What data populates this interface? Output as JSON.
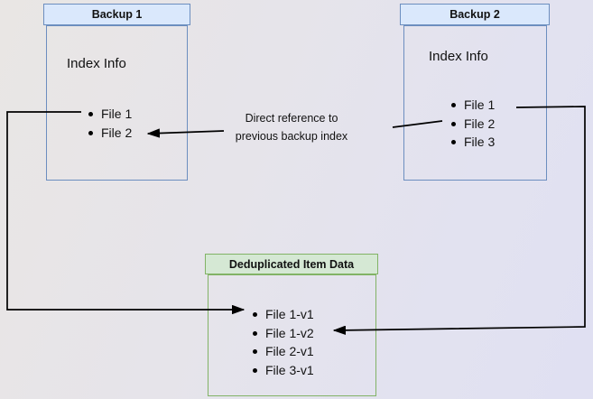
{
  "canvas": {
    "background_start": "#e9e6e4",
    "background_end": "#e0e0f2",
    "connector_color": "#000000"
  },
  "boxes": {
    "backup1": {
      "title": "Backup 1",
      "subtitle": "Index Info",
      "items": [
        "File 1",
        "File 2"
      ],
      "header_fill": "#dae8fc",
      "border_color": "#6c8ebf"
    },
    "backup2": {
      "title": "Backup 2",
      "subtitle": "Index Info",
      "items": [
        "File 1",
        "File 2",
        "File 3"
      ],
      "header_fill": "#dae8fc",
      "border_color": "#6c8ebf"
    },
    "dedup": {
      "title": "Deduplicated Item Data",
      "items": [
        "File 1-v1",
        "File 1-v2",
        "File 2-v1",
        "File 3-v1"
      ],
      "header_fill": "#d5e8d4",
      "border_color": "#82b366"
    }
  },
  "annotation": {
    "line1": "Direct reference to",
    "line2": "previous backup index"
  }
}
